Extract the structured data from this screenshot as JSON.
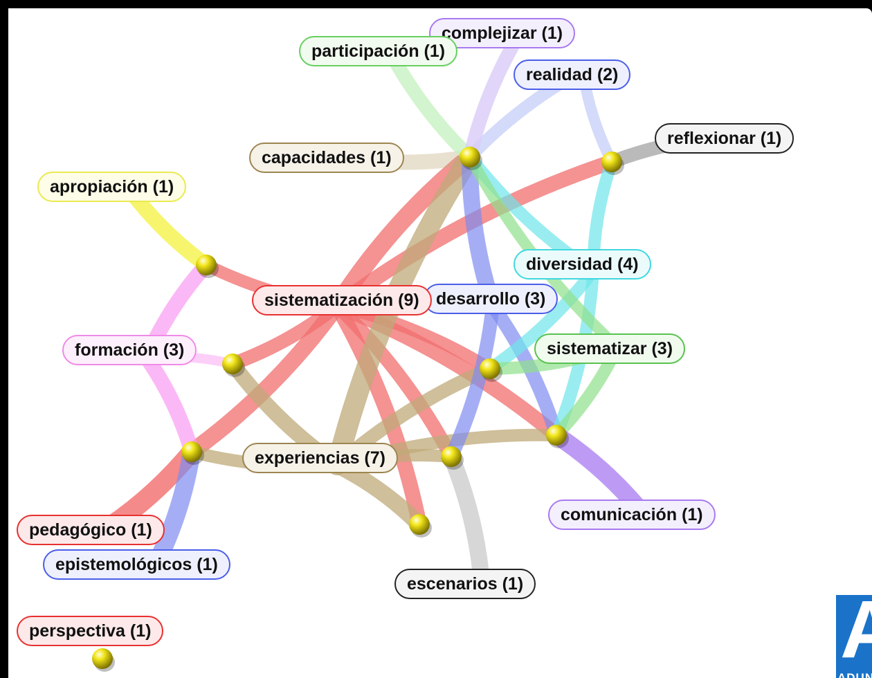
{
  "colors": {
    "red": "#f26d6d",
    "tan": "#bfa978",
    "blue": "#7f8cf0",
    "cyan": "#6ee6ea",
    "green": "#8fe08a",
    "pink": "#f9a0f3",
    "yellow": "#f5f24a",
    "purple": "#a77af0",
    "lavender": "#d9ccf8",
    "lightgreen": "#c3f0bd",
    "gray": "#a9a9a9",
    "lightgray": "#d0d0d0",
    "lightblue": "#c5cdf7",
    "node": "#e6d90e"
  },
  "nodes": [
    {
      "id": "n1",
      "label": "complejizar (1)",
      "color": "#a77af0",
      "fill": "#f4effd"
    },
    {
      "id": "n2",
      "label": "participación (1)",
      "color": "#67cf5f",
      "fill": "#f1fbef"
    },
    {
      "id": "n3",
      "label": "realidad (2)",
      "color": "#4a5ee8",
      "fill": "#eef0fd"
    },
    {
      "id": "n4",
      "label": "reflexionar (1)",
      "color": "#222222",
      "fill": "#f4f4f4"
    },
    {
      "id": "n5",
      "label": "capacidades (1)",
      "color": "#9c8550",
      "fill": "#f6f2e8"
    },
    {
      "id": "n6",
      "label": "apropiación (1)",
      "color": "#eaea50",
      "fill": "#fdfde8"
    },
    {
      "id": "n7",
      "label": "diversidad (4)",
      "color": "#3fd8de",
      "fill": "#ebfbfc"
    },
    {
      "id": "n8",
      "label": "sistematización (9)",
      "color": "#e83030",
      "fill": "#fde9e9"
    },
    {
      "id": "n9",
      "label": "desarrollo (3)",
      "color": "#4a5ee8",
      "fill": "#eef0fd"
    },
    {
      "id": "n10",
      "label": "formación (3)",
      "color": "#f08ae8",
      "fill": "#fdf0fc"
    },
    {
      "id": "n11",
      "label": "sistematizar (3)",
      "color": "#58c24f",
      "fill": "#f0fbee"
    },
    {
      "id": "n12",
      "label": "experiencias (7)",
      "color": "#9c8550",
      "fill": "#f6f2e8"
    },
    {
      "id": "n13",
      "label": "comunicación (1)",
      "color": "#a77af0",
      "fill": "#f4effd"
    },
    {
      "id": "n14",
      "label": "pedagógico (1)",
      "color": "#e83030",
      "fill": "#fde9e9"
    },
    {
      "id": "n15",
      "label": "epistemológicos (1)",
      "color": "#4a5ee8",
      "fill": "#eef0fd"
    },
    {
      "id": "n16",
      "label": "escenarios (1)",
      "color": "#222222",
      "fill": "#f4f4f4"
    },
    {
      "id": "n17",
      "label": "perspectiva (1)",
      "color": "#e83030",
      "fill": "#fde9e9"
    }
  ],
  "logo": {
    "letter": "A",
    "text": "ADUNA"
  }
}
